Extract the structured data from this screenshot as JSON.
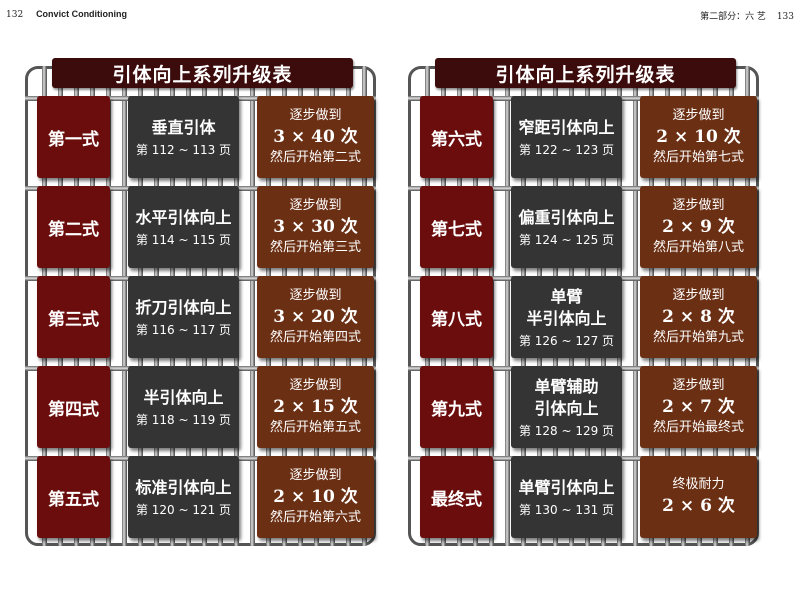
{
  "header": {
    "left_page_num": "132",
    "book_title": "Convict Conditioning",
    "right_section": "第二部分：六 艺",
    "right_page_num": "133"
  },
  "left_chart": {
    "title": "引体向上系列升级表",
    "rows": [
      {
        "step": "第一式",
        "name": "垂直引体",
        "name2": "",
        "pages": "第 112 ~ 113 页",
        "goal1": "逐步做到",
        "goal2": "3 × 40 次",
        "goal3": "然后开始第二式"
      },
      {
        "step": "第二式",
        "name": "水平引体向上",
        "name2": "",
        "pages": "第 114 ~ 115 页",
        "goal1": "逐步做到",
        "goal2": "3 × 30 次",
        "goal3": "然后开始第三式"
      },
      {
        "step": "第三式",
        "name": "折刀引体向上",
        "name2": "",
        "pages": "第 116 ~ 117 页",
        "goal1": "逐步做到",
        "goal2": "3 × 20 次",
        "goal3": "然后开始第四式"
      },
      {
        "step": "第四式",
        "name": "半引体向上",
        "name2": "",
        "pages": "第 118 ~ 119 页",
        "goal1": "逐步做到",
        "goal2": "2 × 15 次",
        "goal3": "然后开始第五式"
      },
      {
        "step": "第五式",
        "name": "标准引体向上",
        "name2": "",
        "pages": "第 120 ~ 121 页",
        "goal1": "逐步做到",
        "goal2": "2 × 10 次",
        "goal3": "然后开始第六式"
      }
    ]
  },
  "right_chart": {
    "title": "引体向上系列升级表",
    "rows": [
      {
        "step": "第六式",
        "name": "窄距引体向上",
        "name2": "",
        "pages": "第 122 ~ 123 页",
        "goal1": "逐步做到",
        "goal2": "2 × 10 次",
        "goal3": "然后开始第七式"
      },
      {
        "step": "第七式",
        "name": "偏重引体向上",
        "name2": "",
        "pages": "第 124 ~ 125 页",
        "goal1": "逐步做到",
        "goal2": "2 × 9 次",
        "goal3": "然后开始第八式"
      },
      {
        "step": "第八式",
        "name": "单臂",
        "name2": "半引体向上",
        "pages": "第 126 ~ 127 页",
        "goal1": "逐步做到",
        "goal2": "2 × 8 次",
        "goal3": "然后开始第九式"
      },
      {
        "step": "第九式",
        "name": "单臂辅助",
        "name2": "引体向上",
        "pages": "第 128 ~ 129 页",
        "goal1": "逐步做到",
        "goal2": "2 × 7 次",
        "goal3": "然后开始最终式"
      },
      {
        "step": "最终式",
        "name": "单臂引体向上",
        "name2": "",
        "pages": "第 130 ~ 131 页",
        "goal1": "终极耐力",
        "goal2": "2 × 6 次",
        "goal3": ""
      }
    ]
  }
}
